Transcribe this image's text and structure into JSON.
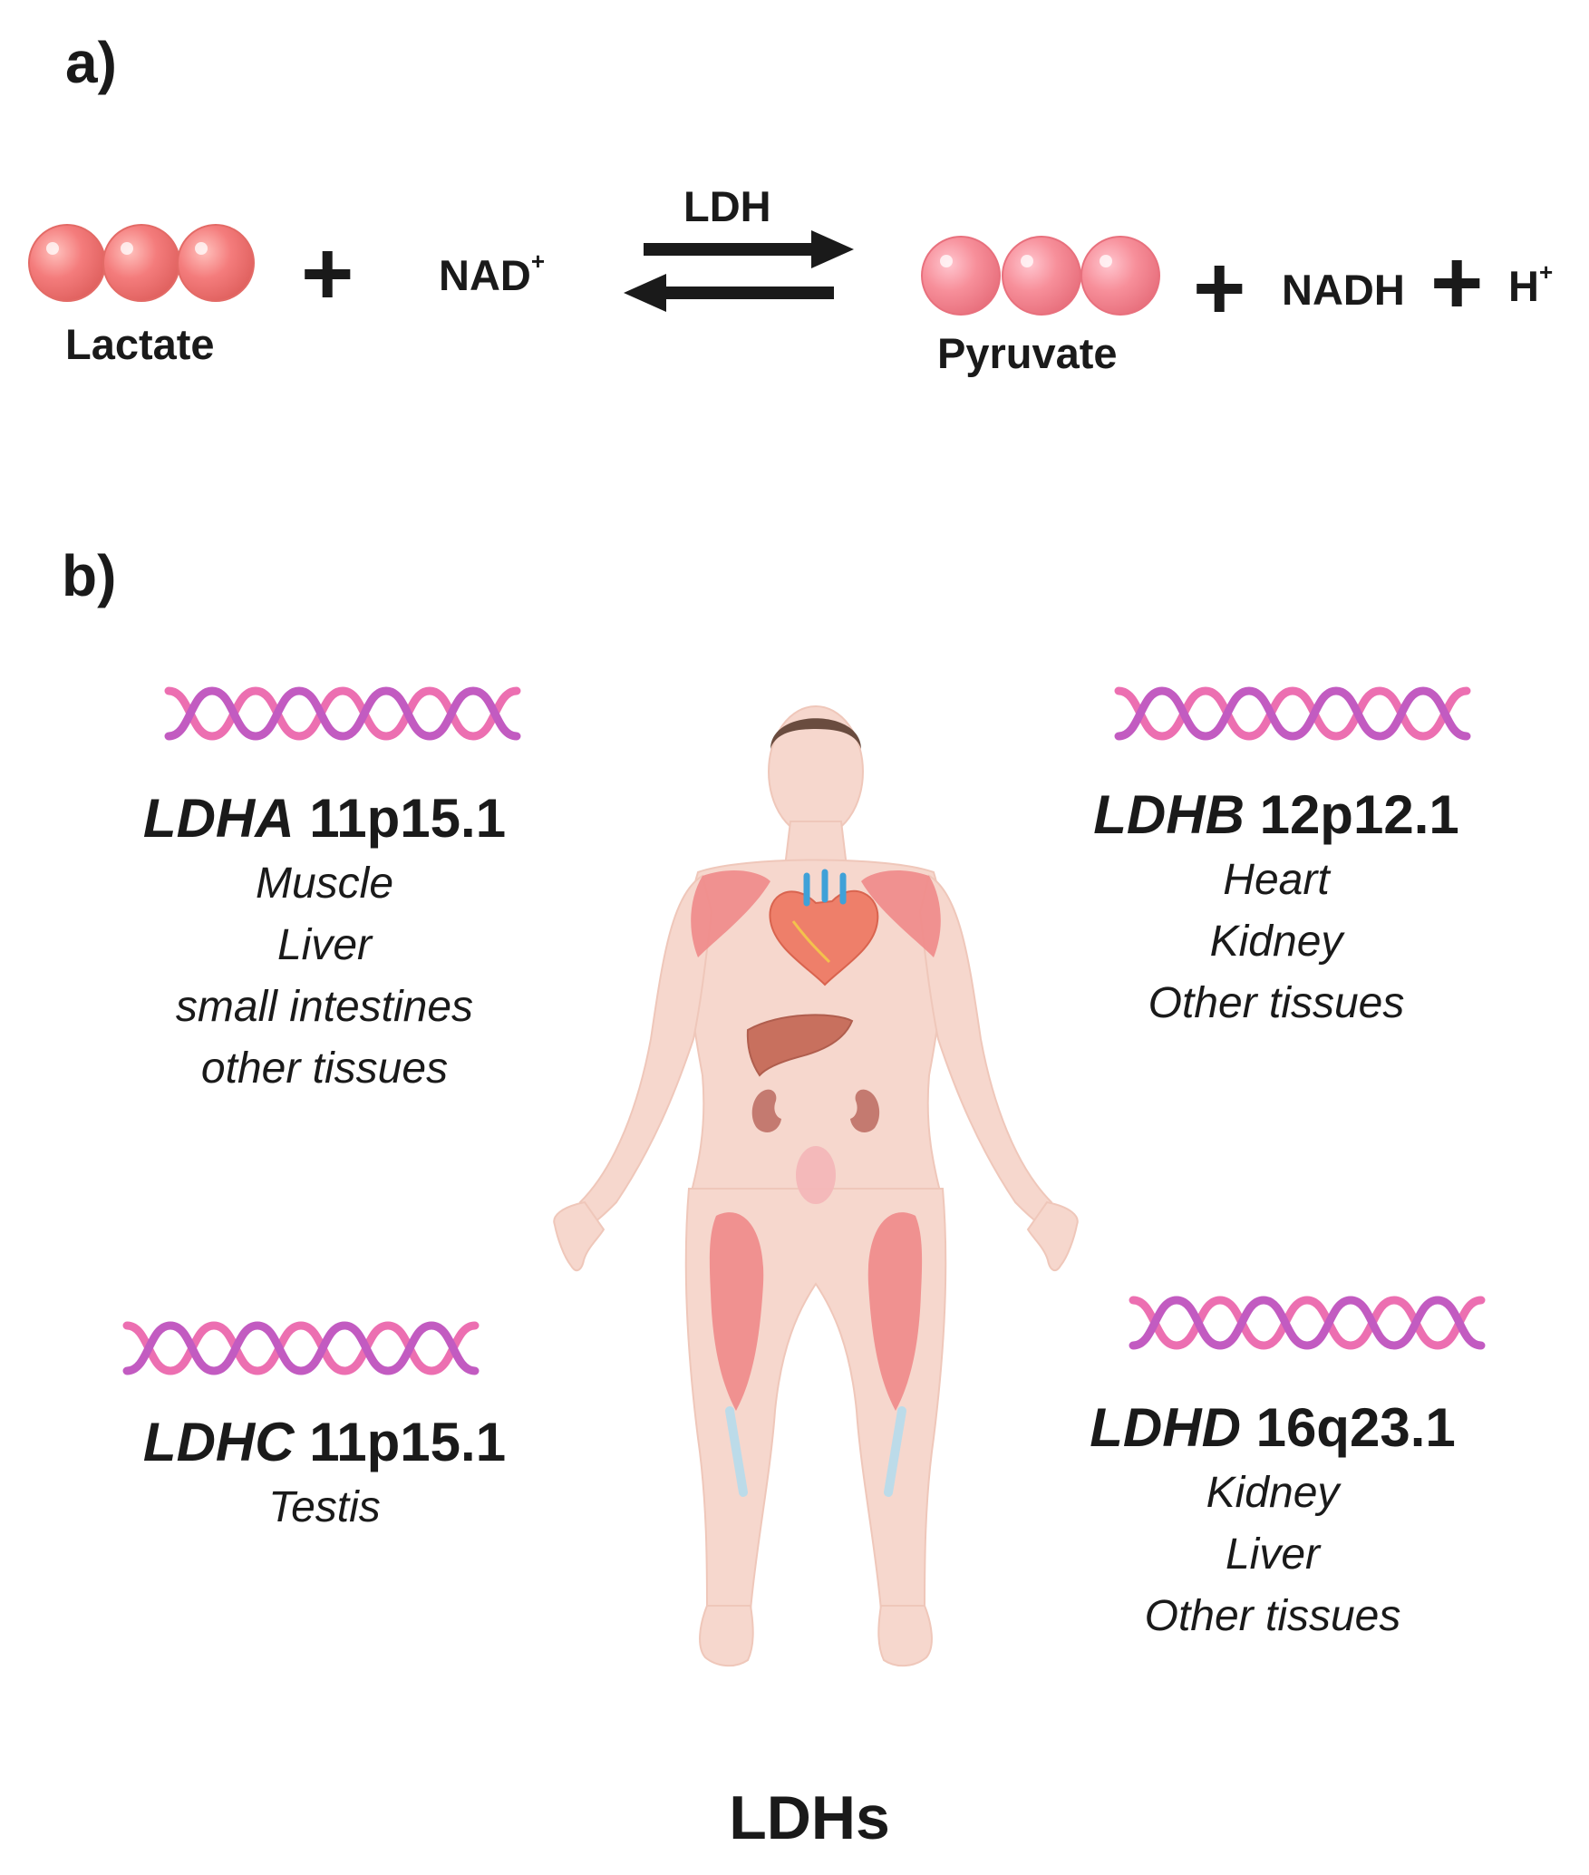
{
  "panel_a": {
    "label": "a)",
    "reactant1": "Lactate",
    "plus1": "+",
    "reactant2": "NAD",
    "reactant2_sup": "+",
    "enzyme": "LDH",
    "product1": "Pyruvate",
    "plus2": "+",
    "product2": "NADH",
    "plus3": "+",
    "product3": "H",
    "product3_sup": "+"
  },
  "panel_b": {
    "label": "b)",
    "genes": [
      {
        "name": "LDHA",
        "locus": "11p15.1",
        "tissues": [
          "Muscle",
          "Liver",
          "small intestines",
          "other tissues"
        ]
      },
      {
        "name": "LDHB",
        "locus": "12p12.1",
        "tissues": [
          "Heart",
          "Kidney",
          "Other tissues"
        ]
      },
      {
        "name": "LDHC",
        "locus": "11p15.1",
        "tissues": [
          "Testis"
        ]
      },
      {
        "name": "LDHD",
        "locus": "16q23.1",
        "tissues": [
          "Kidney",
          "Liver",
          "Other tissues"
        ]
      }
    ],
    "caption": "LDHs"
  },
  "colors": {
    "molecule_lactate": "#f47c7c",
    "molecule_pyruvate": "#f78f9a",
    "dna_strand_1": "#c25bc1",
    "dna_strand_2": "#ec6fb1",
    "skin": "#f6d7cd",
    "muscle": "#f08a8a",
    "hair": "#6a4c3f"
  },
  "icons": [
    "molecule-chain",
    "reversible-arrow",
    "dna-helix",
    "human-body",
    "heart",
    "liver",
    "kidney",
    "muscle"
  ]
}
